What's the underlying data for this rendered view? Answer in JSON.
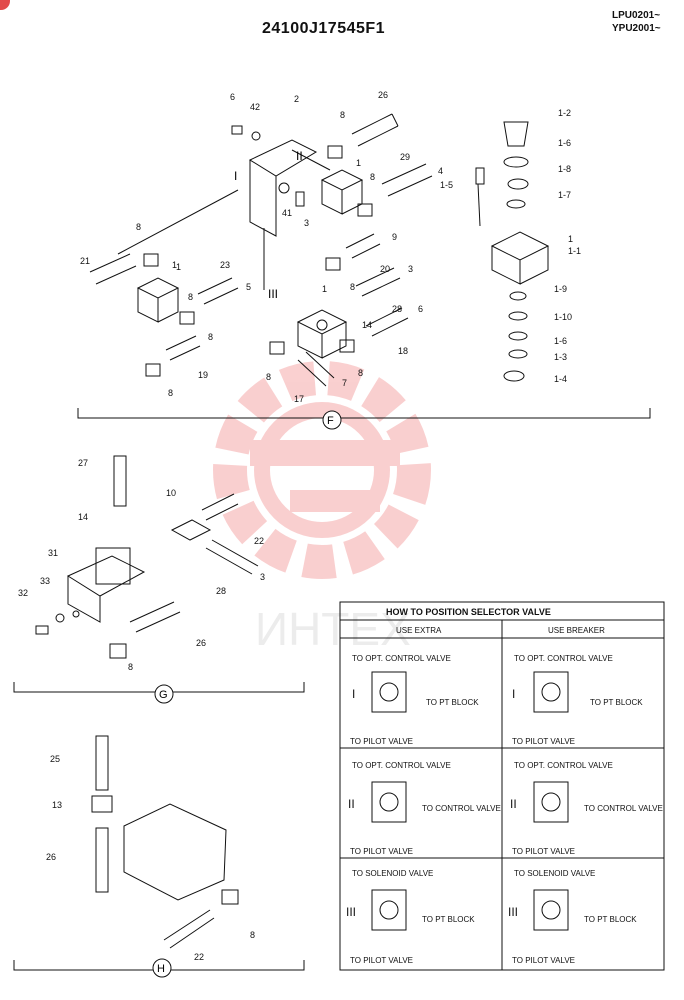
{
  "header": {
    "title": "24100J17545F1",
    "model_code_1": "LPU0201~",
    "model_code_2": "YPU2001~"
  },
  "watermark": {
    "text": "ИНТЕХ",
    "color": "#f2a0a0"
  },
  "sections": {
    "F": "F",
    "G": "G",
    "H": "H"
  },
  "group_f_roman": [
    "I",
    "II",
    "III"
  ],
  "callouts": {
    "p6": "6",
    "p42": "42",
    "p2": "2",
    "p26a": "26",
    "p8a": "8",
    "p1a": "1",
    "p8b": "8",
    "p29": "29",
    "p4c": "4",
    "p12": "1-2",
    "p16a": "1-6",
    "p18": "1-8",
    "p15": "1-5",
    "p17": "1-7",
    "p11": "1",
    "p11b": "1-1",
    "p41": "41",
    "p3": "3",
    "p9c": "9",
    "p8c": "8",
    "p21": "21",
    "p1c": "1",
    "p1b": "1",
    "p23": "23",
    "p5c": "5",
    "p20": "20",
    "p3c": "3",
    "p8d": "8",
    "p8e": "8",
    "p28a": "28",
    "p19a": "1-9",
    "p110": "1-10",
    "p6c": "6",
    "p14a": "14",
    "p16b": "1-6",
    "p13": "1-3",
    "p14b": "1-4",
    "p18b": "18",
    "p8f": "8",
    "p8g": "8",
    "p19": "19",
    "p8h": "8",
    "p17b": "17",
    "p7c": "7",
    "p1d": "1",
    "p8i": "8",
    "p27": "27",
    "p10": "10",
    "p14c": "14",
    "p22a": "22",
    "p31": "31",
    "p28b": "28",
    "p3d": "3",
    "p33": "33",
    "p32": "32",
    "p26b": "26",
    "p8j": "8",
    "p25": "25",
    "p13b": "13",
    "p26c": "26",
    "p22b": "22",
    "p8k": "8"
  },
  "selector_table": {
    "title": "HOW TO POSITION SELECTOR VALVE",
    "col_extra": "USE EXTRA",
    "col_breaker": "USE BREAKER",
    "rows": [
      {
        "roman": "I",
        "top": "TO OPT. CONTROL VALVE",
        "right": "TO PT BLOCK",
        "bottom": "TO PILOT VALVE"
      },
      {
        "roman": "II",
        "top": "TO OPT. CONTROL VALVE",
        "right": "TO CONTROL VALVE",
        "bottom": "TO PILOT VALVE"
      },
      {
        "roman": "III",
        "top": "TO SOLENOID VALVE",
        "right": "TO PT BLOCK",
        "bottom": "TO PILOT VALVE"
      }
    ]
  }
}
